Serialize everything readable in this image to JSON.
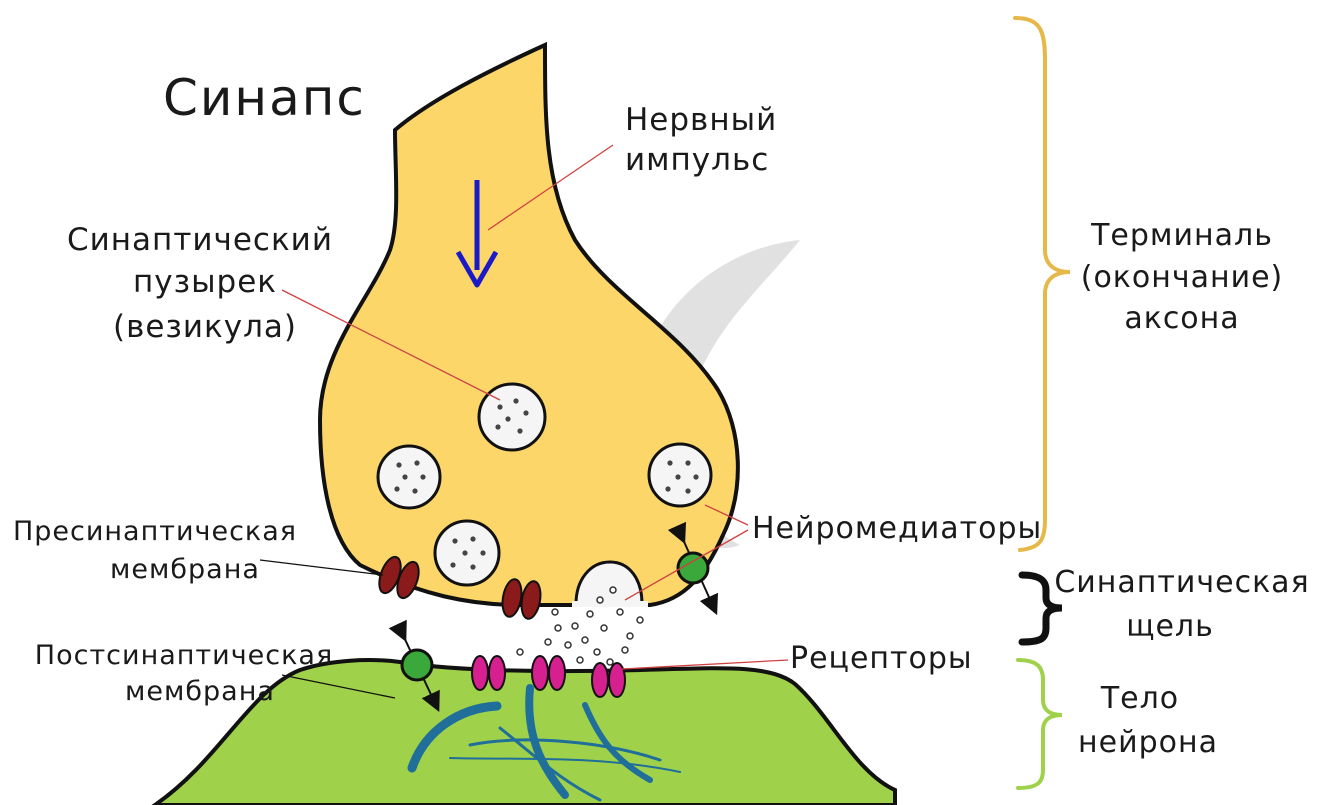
{
  "title": "Синапс",
  "labels": {
    "nerve_impulse": [
      "Нервный",
      "импульс"
    ],
    "vesicle": [
      "Синаптический",
      "пузырек",
      "(везикула)"
    ],
    "presynaptic_membrane": [
      "Пресинаптическая",
      "мембрана"
    ],
    "postsynaptic_membrane": [
      "Постсинаптическая",
      "мембрана"
    ],
    "neurotransmitters": "Нейромедиаторы",
    "receptors": "Рецепторы",
    "axon_terminal": [
      "Терминаль",
      "(окончание)",
      "аксона"
    ],
    "synaptic_cleft": [
      "Синаптическая",
      "щель"
    ],
    "neuron_body": [
      "Тело",
      "нейрона"
    ]
  },
  "colors": {
    "terminal_fill": "#fcd669",
    "neuron_fill": "#9fd14a",
    "outline": "#111111",
    "impulse_arrow": "#1a1ac8",
    "vesicle_fill": "#f5f5f5",
    "channel_dark_red": "#8b1a1a",
    "receptor_magenta": "#d6208f",
    "transporter_green": "#3aa83a",
    "fiber_blue": "#1f6f9a",
    "brace_terminal": "#e6b84a",
    "brace_cleft": "#111111",
    "brace_neuron": "#9fd14a",
    "pointer_line": "#d04040"
  }
}
